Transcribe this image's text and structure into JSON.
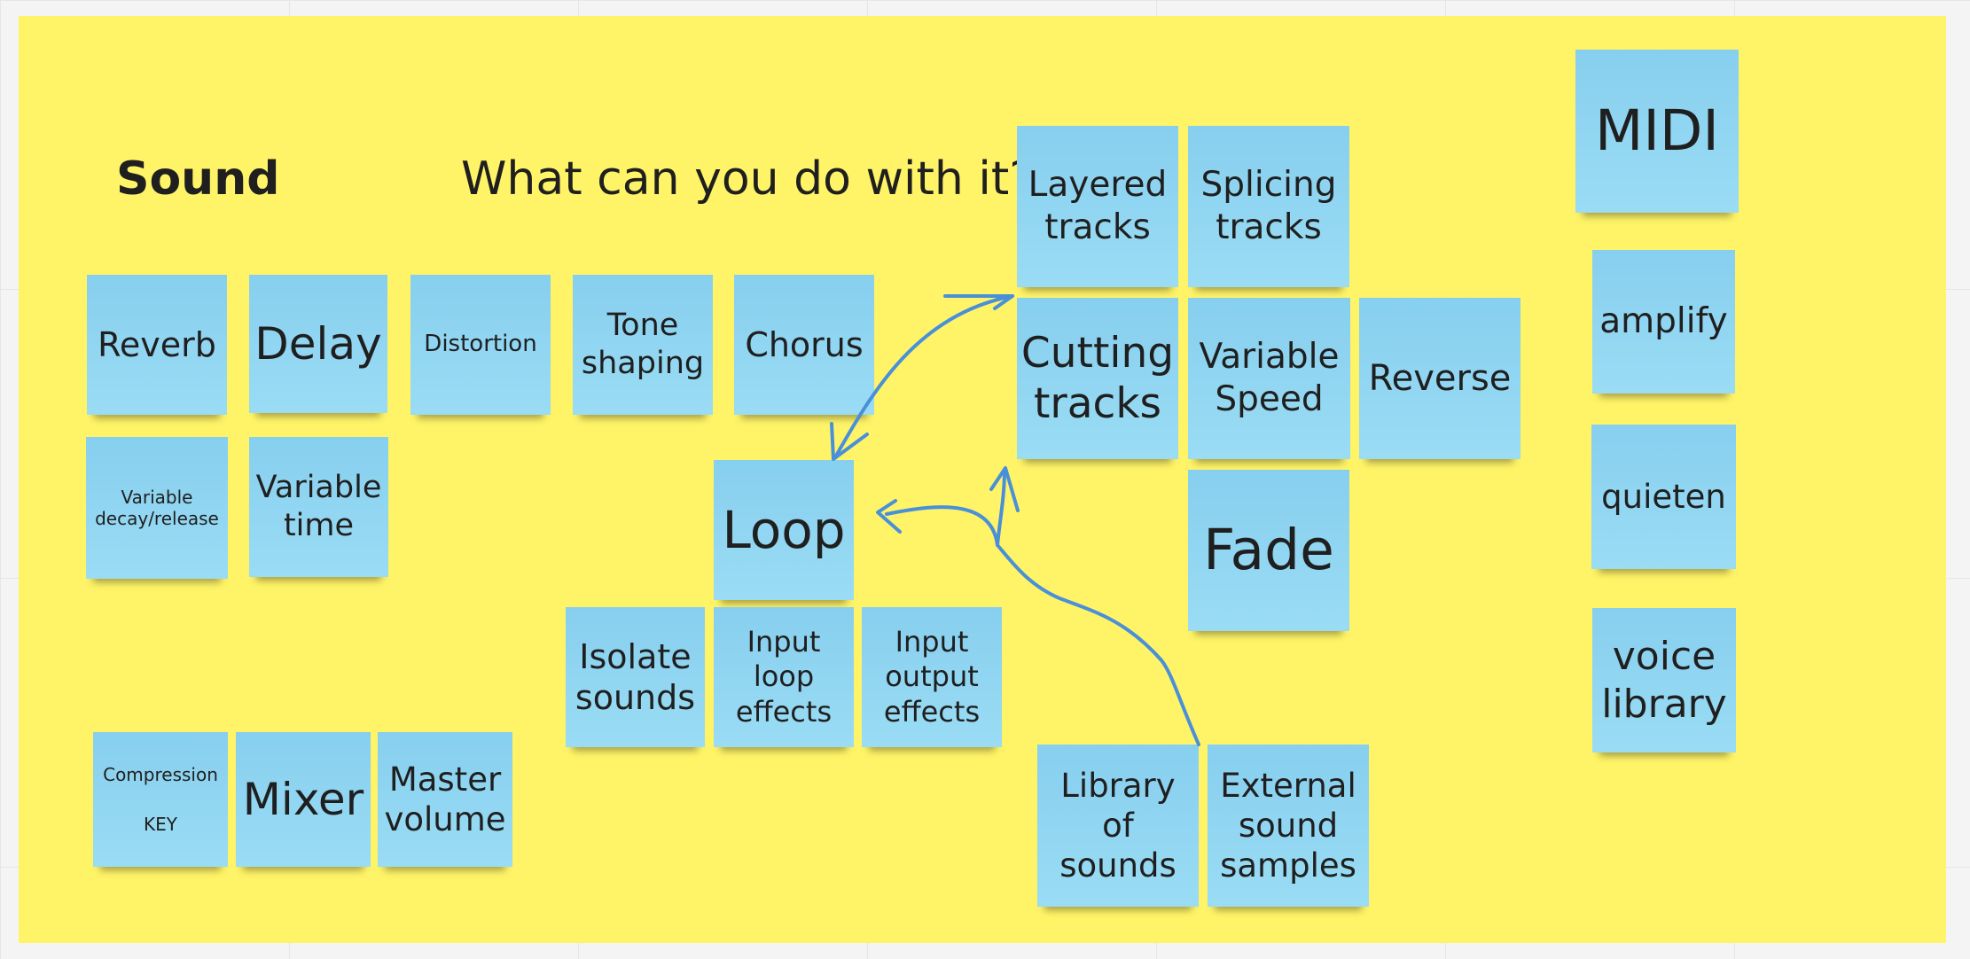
{
  "board": {
    "background_color": "#fff467",
    "sticky_color": "#8fd5f1",
    "arrow_color": "#4a90d9",
    "title": "Sound",
    "subtitle": "What can you do with it?"
  },
  "stickies": {
    "reverb": "Reverb",
    "delay": "Delay",
    "distortion": "Distortion",
    "tone_shaping": "Tone\nshaping",
    "chorus": "Chorus",
    "variable_decay": "Variable\ndecay/release",
    "variable_time": "Variable\ntime",
    "compression": "Compression",
    "compression_key": "KEY",
    "mixer": "Mixer",
    "master_volume": "Master\nvolume",
    "loop": "Loop",
    "isolate_sounds": "Isolate\nsounds",
    "input_loop_effects": "Input\nloop\neffects",
    "input_output_effects": "Input\noutput\neffects",
    "layered_tracks": "Layered\ntracks",
    "splicing_tracks": "Splicing\ntracks",
    "cutting_tracks": "Cutting\ntracks",
    "variable_speed": "Variable\nSpeed",
    "reverse": "Reverse",
    "fade": "Fade",
    "library_of_sounds": "Library\nof\nsounds",
    "external_sound_samples": "External\nsound\nsamples",
    "midi": "MIDI",
    "amplify": "amplify",
    "quieten": "quieten",
    "voice_library": "voice\nlibrary"
  }
}
